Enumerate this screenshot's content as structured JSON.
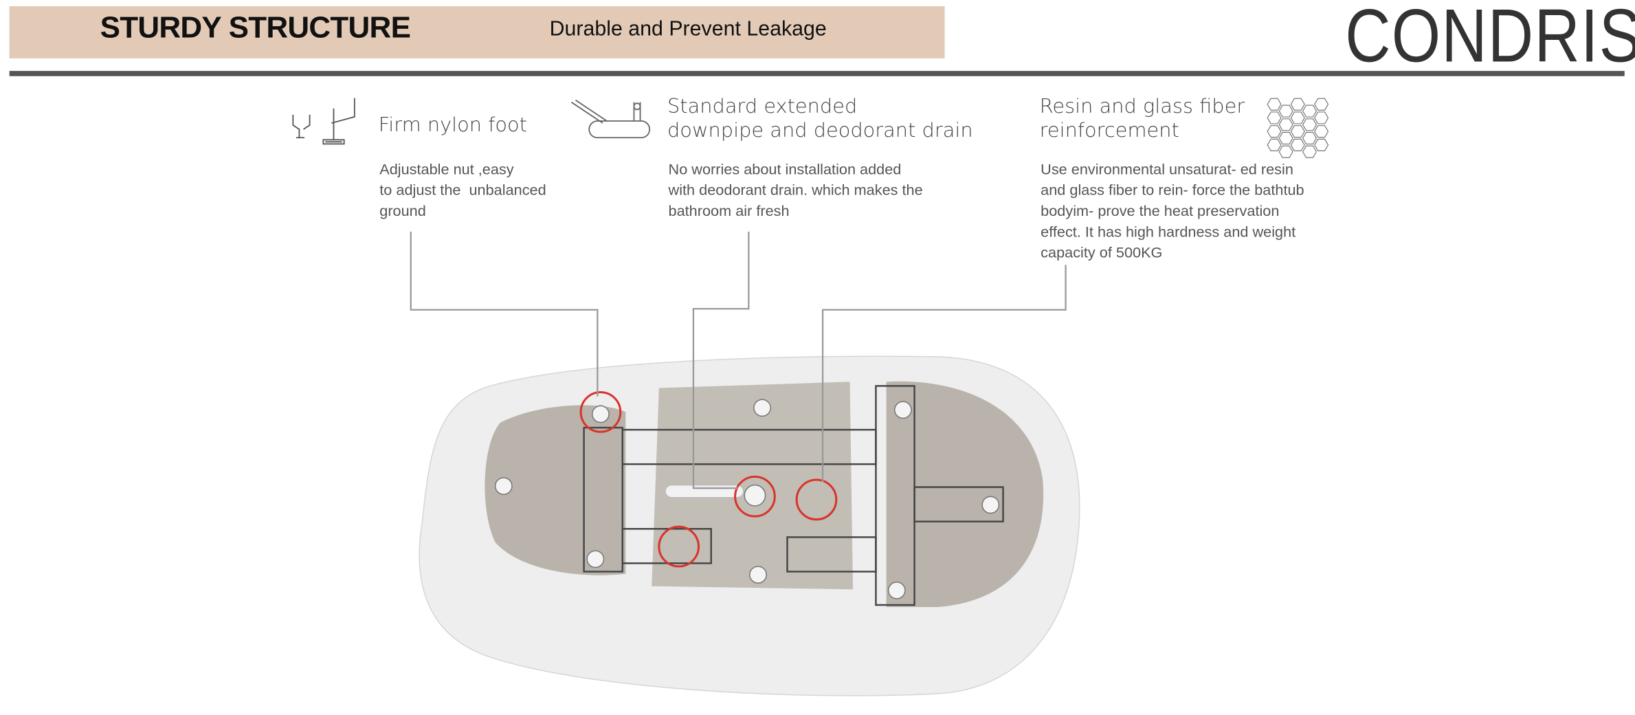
{
  "header": {
    "title": "STURDY STRUCTURE",
    "subtitle": "Durable and Prevent Leakage",
    "brand": "CONDRIS"
  },
  "features": [
    {
      "title": "Firm nylon foot",
      "description_lines": [
        "Adjustable nut ,easy",
        "to adjust the  unbalanced",
        "ground"
      ],
      "icon": "nylon-foot-icon"
    },
    {
      "title_lines": [
        "Standard extended",
        "downpipe and deodorant drain"
      ],
      "description_lines": [
        "No worries about installation added",
        "with deodorant drain. which makes the",
        "bathroom air fresh"
      ],
      "icon": "drain-pipe-icon"
    },
    {
      "title_lines": [
        "Resin and glass fiber",
        "reinforcement"
      ],
      "description_lines": [
        "Use environmental unsaturat- ed resin",
        "and glass fiber to rein- force the bathtub",
        "bodyim- prove the heat preservation",
        "effect. It has high hardness and weight",
        "capacity of 500KG"
      ],
      "icon": "hexagon-mesh-icon"
    }
  ],
  "colors": {
    "band": "#e2cab7",
    "highlight": "#d9342b",
    "rule": "#555555"
  }
}
